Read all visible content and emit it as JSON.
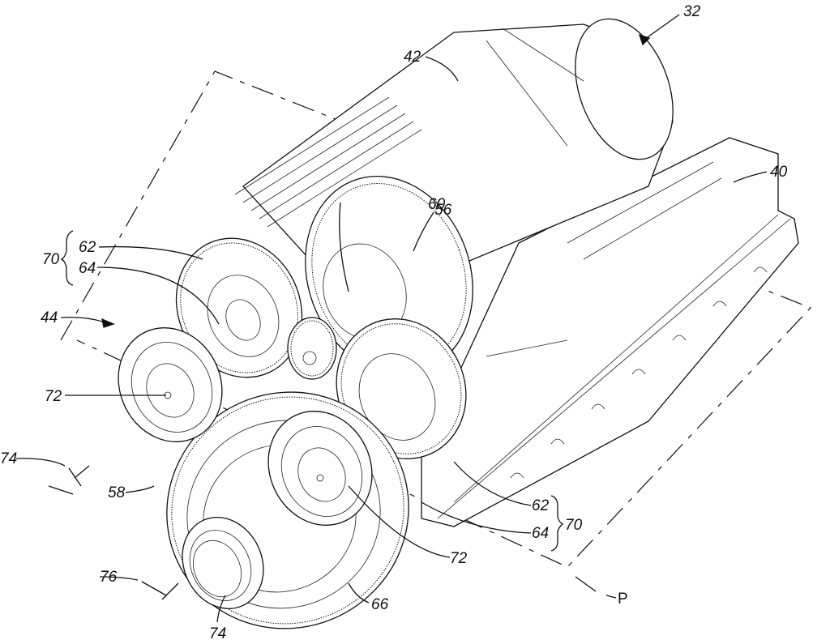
{
  "figure": {
    "description": "Patent drawing - perspective view of electric motor gear assembly",
    "reference_labels": [
      {
        "id": "32",
        "text": "32"
      },
      {
        "id": "42",
        "text": "42"
      },
      {
        "id": "40",
        "text": "40"
      },
      {
        "id": "60",
        "text": "60"
      },
      {
        "id": "56",
        "text": "56"
      },
      {
        "id": "70a",
        "text": "70"
      },
      {
        "id": "62a",
        "text": "62"
      },
      {
        "id": "64a",
        "text": "64"
      },
      {
        "id": "44",
        "text": "44"
      },
      {
        "id": "72a",
        "text": "72"
      },
      {
        "id": "74a",
        "text": "74"
      },
      {
        "id": "58",
        "text": "58"
      },
      {
        "id": "62b",
        "text": "62"
      },
      {
        "id": "64b",
        "text": "64"
      },
      {
        "id": "70b",
        "text": "70"
      },
      {
        "id": "72b",
        "text": "72"
      },
      {
        "id": "76",
        "text": "76"
      },
      {
        "id": "66",
        "text": "66"
      },
      {
        "id": "74b",
        "text": "74"
      },
      {
        "id": "P",
        "text": "P"
      }
    ]
  }
}
